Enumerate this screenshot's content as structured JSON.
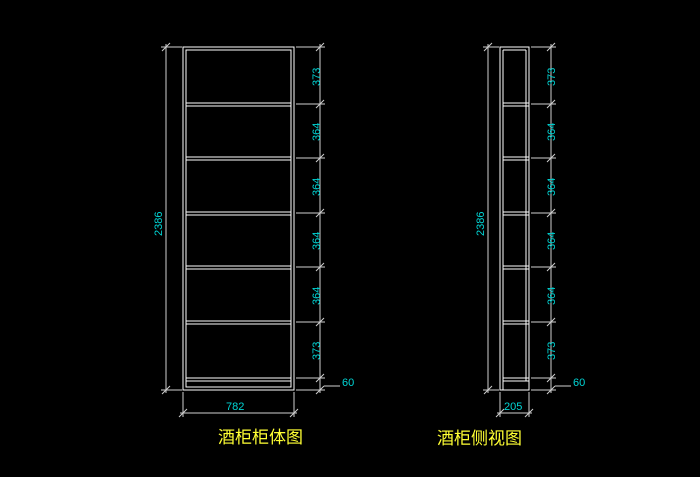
{
  "colors": {
    "background": "#000000",
    "outline": "#ffffff",
    "dim_line": "#cfcfcf",
    "dim_text": "#00d5d5",
    "caption": "#ffff33"
  },
  "front_view": {
    "title": "酒柜柜体图",
    "height_label": "2386",
    "width_label": "782",
    "segments": [
      "373",
      "364",
      "364",
      "364",
      "364",
      "373"
    ],
    "base_label": "60"
  },
  "side_view": {
    "title": "酒柜侧视图",
    "height_label": "2386",
    "width_label": "205",
    "segments": [
      "373",
      "364",
      "364",
      "364",
      "364",
      "373"
    ],
    "base_label": "60"
  }
}
